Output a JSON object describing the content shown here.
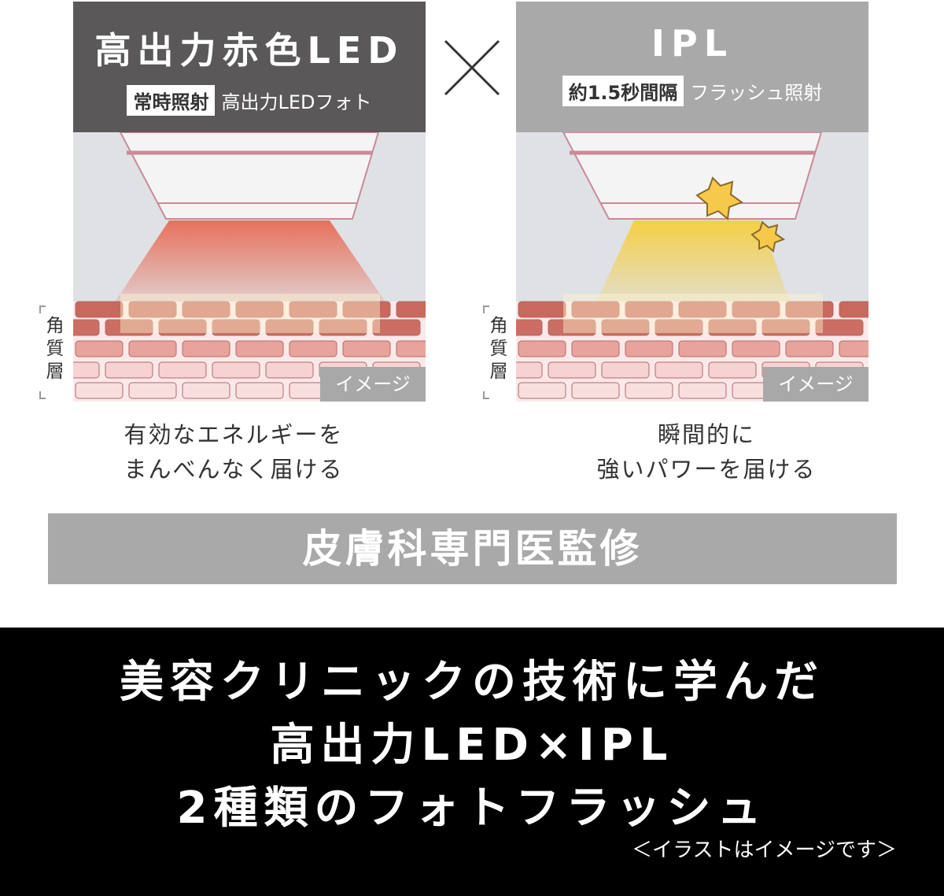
{
  "left": {
    "title": "高出力赤色LED",
    "badge": "常時照射",
    "subtitle": "高出力LEDフォト",
    "tag": "イメージ",
    "layer_label": "角質層",
    "caption": [
      "有効なエネルギーを",
      "まんべんなく届ける"
    ],
    "header_color": "#5a5858",
    "beam_color": "#e8705c"
  },
  "right": {
    "title": "IPL",
    "badge": "約1.5秒間隔",
    "subtitle": "フラッシュ照射",
    "tag": "イメージ",
    "layer_label": "角質層",
    "caption": [
      "瞬間的に",
      "強いパワーを届ける"
    ],
    "header_color": "#a9a9a9",
    "beam_color": "#f5cf45"
  },
  "times_icon": "times-icon",
  "banner": "皮膚科専門医監修",
  "headline": [
    "美容クリニックの技術に学んだ",
    "高出力LED×IPL",
    "2種類のフォトフラッシュ"
  ],
  "note": "＜イラストはイメージです＞"
}
